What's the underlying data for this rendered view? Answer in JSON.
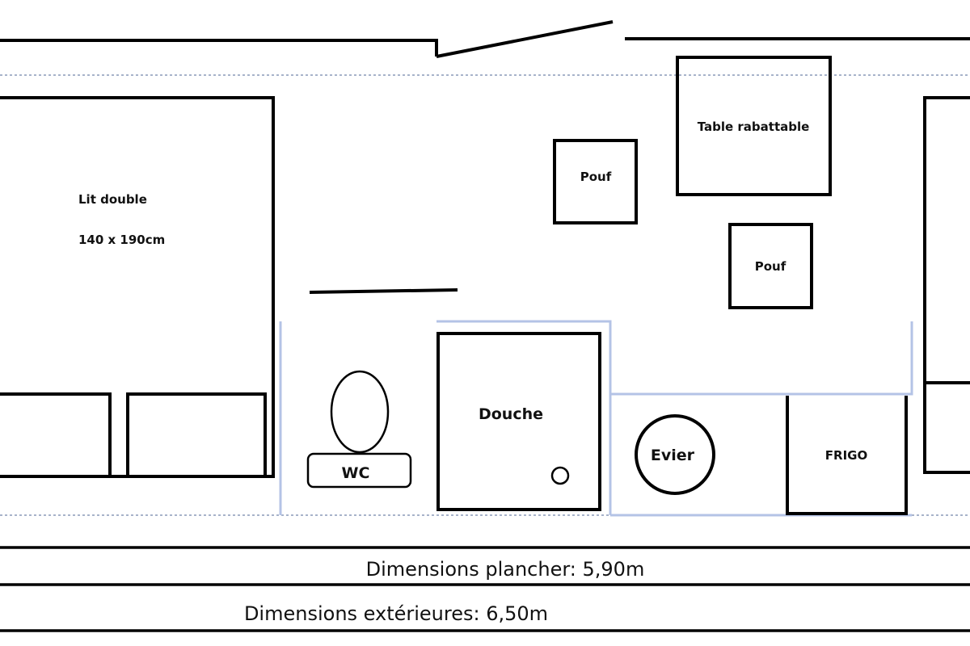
{
  "plan": {
    "title": "Floor plan",
    "colors": {
      "walls": "#000000",
      "partitions": "#b4c3e6",
      "floor_outline": "#8a9ab8",
      "background": "#ffffff"
    },
    "rooms": {
      "bed": {
        "label": "Lit double",
        "size": "140 x 190cm"
      },
      "table": {
        "label": "Table rabattable"
      },
      "pouf_1": {
        "label": "Pouf"
      },
      "pouf_2": {
        "label": "Pouf"
      },
      "wc": {
        "label": "WC"
      },
      "shower": {
        "label": "Douche"
      },
      "sink": {
        "label": "Evier"
      },
      "fridge": {
        "label": "FRIGO"
      }
    },
    "dimensions": {
      "floor": "Dimensions plancher: 5,90m",
      "exterior": "Dimensions extérieures: 6,50m"
    }
  }
}
